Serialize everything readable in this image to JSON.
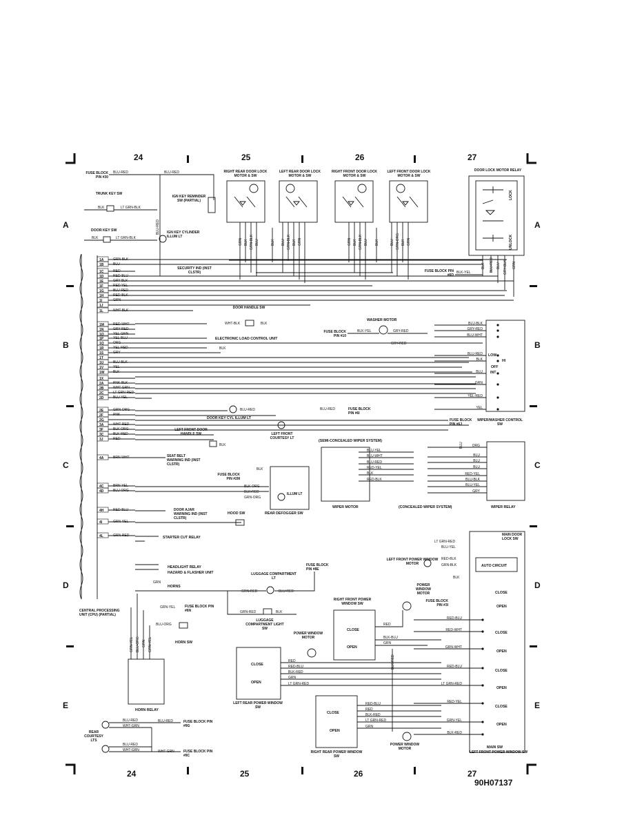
{
  "columns": [
    "24",
    "25",
    "26",
    "27"
  ],
  "rows": [
    "A",
    "B",
    "C",
    "D",
    "E"
  ],
  "diagram_id": "90H07137",
  "headers": {
    "right_rear": "RIGHT REAR DOOR LOCK MOTOR & SW",
    "left_rear": "LEFT REAR DOOR LOCK MOTOR & SW",
    "right_front": "RIGHT FRONT DOOR LOCK MOTOR & SW",
    "left_front": "LEFT FRONT DOOR LOCK MOTOR & SW",
    "relay": "DOOR LOCK MOTOR RELAY"
  },
  "lock_relay": {
    "lock": "LOCK",
    "unlock": "UNLOCK"
  },
  "motor_wires": {
    "rr": [
      "GRN",
      "BLK",
      "GRN-BLK",
      "BLU"
    ],
    "lr": [
      "BLK",
      "BLU",
      "GRN-BLK",
      "BLK",
      "GRN"
    ],
    "rf": [
      "GRN",
      "BLK",
      "GRN-BLK",
      "BLU",
      "BLK"
    ],
    "lf": [
      "BLU",
      "GRN-ORG",
      "BLK",
      "GRN"
    ]
  },
  "relay_wires": [
    "BLK",
    "BLU-RED",
    "BLU",
    "GRY-BLK",
    "GRN"
  ],
  "left_top": {
    "fuse30": "FUSE BLOCK PIN #30",
    "blu_red": "BLU-RED",
    "blu_red2": "BLU-RED",
    "trunk_sw": "TRUNK KEY SW",
    "blk": "BLK",
    "lt_grn_blk": "LT GRN-BLK",
    "door_key_sw": "DOOR KEY SW",
    "blk2": "BLK",
    "lt_grn_blk2": "LT GRN-BLK",
    "blu_red_v": "BLU-RED",
    "ign_reminder": "IGN KEY REMINDER SW (PARTIAL)",
    "ign_illum": "IGN KEY CYLINDER ILLUM LT",
    "security": "SECURITY IND (INST CLSTR)"
  },
  "cpu_pins": [
    {
      "pin": "1A",
      "wire": "GRN-BLK"
    },
    {
      "pin": "1B",
      "wire": "BLU"
    },
    {
      "pin": "1C",
      "wire": "RED"
    },
    {
      "pin": "1D",
      "wire": "RED-BLU"
    },
    {
      "pin": "1E",
      "wire": "GRY-BLK"
    },
    {
      "pin": "1F",
      "wire": "RED YEL"
    },
    {
      "pin": "1G",
      "wire": "BLU-RED"
    },
    {
      "pin": "1H",
      "wire": "RED-BLK"
    },
    {
      "pin": "1I",
      "wire": "GRN"
    },
    {
      "pin": "1J",
      "wire": ""
    },
    {
      "pin": "1L",
      "wire": "WHT-BLK"
    },
    {
      "pin": "1M",
      "wire": "RED-WHT"
    },
    {
      "pin": "1N",
      "wire": "GRY-RED"
    },
    {
      "pin": "1O",
      "wire": "YEL-GRN"
    },
    {
      "pin": "1P",
      "wire": "YEL-BLU"
    },
    {
      "pin": "1Q",
      "wire": "ORG"
    },
    {
      "pin": "1R",
      "wire": "YEL-RED"
    },
    {
      "pin": "1S",
      "wire": "GRY"
    },
    {
      "pin": "1T",
      "wire": ""
    },
    {
      "pin": "1U",
      "wire": "BLU-BLK"
    },
    {
      "pin": "1V",
      "wire": "YEL"
    },
    {
      "pin": "1W",
      "wire": "BLK"
    },
    {
      "pin": "1X",
      "wire": ""
    },
    {
      "pin": "2A",
      "wire": "PNK-BLK"
    },
    {
      "pin": "2B",
      "wire": "WHT-GRN"
    },
    {
      "pin": "2C",
      "wire": "LT GRN-RED"
    },
    {
      "pin": "2D",
      "wire": "BLU-YEL"
    },
    {
      "pin": "2E",
      "wire": "GRN-ORG"
    },
    {
      "pin": "2F",
      "wire": "PNK"
    },
    {
      "pin": "2G",
      "wire": ""
    },
    {
      "pin": "3A",
      "wire": "WHT-RED"
    },
    {
      "pin": "3F",
      "wire": "BLK-ORG"
    },
    {
      "pin": "3C",
      "wire": "BLK-RED"
    },
    {
      "pin": "3J",
      "wire": "RED"
    },
    {
      "pin": "4A",
      "wire": "BRN-WHT"
    },
    {
      "pin": "4C",
      "wire": "BRN-YEL"
    },
    {
      "pin": "4D",
      "wire": "BLU-ORG"
    },
    {
      "pin": "4H",
      "wire": "RED-BLU"
    },
    {
      "pin": "4I",
      "wire": "GRN-YEL"
    },
    {
      "pin": "4L",
      "wire": "GRN-RED"
    }
  ],
  "cpu_label": "CENTRAL PROCESSING UNIT (CPU) (PARTIAL)",
  "mid": {
    "door_handle": "DOOR HANDLE SW",
    "wht_blk": "WHT-BLK",
    "blk": "BLK",
    "elcu": "ELECTRONIC LOAD CONTROL UNIT",
    "blk2": "BLK",
    "cyl_illum": "DOOR KEY CYL ILLUM LT",
    "blu_red": "BLU-RED",
    "blu_red2": "BLU-RED",
    "fuse6i": "FUSE BLOCK PIN #6I",
    "courtesy": "LEFT FRONT COURTESY LT",
    "handle_sw": "LEFT FRONT DOOR HANDLE SW",
    "blk3": "BLK",
    "seat_belt": "SEAT BELT WARNING IND (INST CLSTR)",
    "fuse2m": "FUSE BLOCK PIN #2M",
    "blk4": "BLK",
    "blk_org": "BLK-ORG",
    "blk_red": "BLK-RED",
    "grn_org": "GRN-ORG",
    "illum": "ILLUM LT",
    "defogger": "REAR DEFOGGER SW",
    "door_ajar": "DOOR AJAR WARNING IND (INST CLSTR)",
    "hood": "HOOD SW",
    "starter": "STARTER CUT RELAY",
    "headlight": "HEADLIGHT RELAY",
    "hazard": "HAZARD & FLASHER UNIT",
    "grn": "GRN",
    "horns": "HORNS"
  },
  "washer": {
    "motor": "WASHER MOTOR",
    "fuse10": "FUSE BLOCK PIN #10",
    "blk_yel": "BLK-YEL",
    "gry_red": "GRY-RED",
    "gry_red2": "GRY-RED"
  },
  "wiper_sw": {
    "title": "WIPER/WASHER CONTROL SW",
    "wires": [
      "BLU-BLK",
      "GRY-RED",
      "BLU-WHT",
      "BLU-RED",
      "BLK",
      "BLU",
      "GRN",
      "YEL-RED",
      "YEL"
    ],
    "low": "LOW",
    "hi": "HI",
    "off": "OFF",
    "int": "INT",
    "fuse6j": "FUSE BLOCK PIN #6J",
    "blu": "BLU"
  },
  "wiper_motor": {
    "semi": "(SEMI-CONCEALED WIPER SYSTEM)",
    "concealed": "(CONCEALED WIPER SYSTEM)",
    "wires": [
      "BLU-YEL",
      "BLU-WHT",
      "BLU-RED",
      "RED-YEL",
      "BLK",
      "RED-BLK"
    ],
    "title": "WIPER MOTOR"
  },
  "wiper_relay": {
    "title": "WIPER RELAY",
    "wires": [
      "ORG",
      "BLU",
      "BLU",
      "BLU",
      "RED-YEL",
      "BLU-BLK",
      "BLU-YEL",
      "GRY"
    ]
  },
  "main_lock": {
    "title": "MAIN DOOR LOCK SW",
    "lt_grn_red": "LT GRN-RED",
    "blu_yel": "BLU-YEL"
  },
  "lf_window": {
    "motor": "LEFT FRONT POWER WINDOW MOTOR",
    "red_blk": "RED-BLK",
    "grn_blk": "GRN-BLK",
    "auto": "AUTO CIRCUIT",
    "blk": "BLK"
  },
  "main_sw": {
    "title": "MAIN SW",
    "sub": "LEFT FRONT POWER WINDOW SW",
    "close": "CLOSE",
    "open": "OPEN",
    "fuse3i": "FUSE BLOCK PIN #3I",
    "wires": [
      "RED-BLU",
      "RED-WHT",
      "GRN-WHT",
      "RED-BLU",
      "LT GRN-RED",
      "RED-YEL",
      "GRN-YEL",
      "BLK-RED"
    ]
  },
  "luggage": {
    "fuse8e": "FUSE BLOCK PIN #8E",
    "comp_lt": "LUGGAGE COMPARTMENT LT",
    "grn_red": "GRN-RED",
    "blu_red": "BLU-RED",
    "grn_red2": "GRN-RED",
    "blk": "BLK",
    "sw": "LUGGAGE COMPARTMENT LIGHT SW"
  },
  "horn": {
    "grn_yel": "GRN-YEL",
    "fuse6n": "FUSE BLOCK PIN #6N",
    "blu_org": "BLU-ORG",
    "horn_sw": "HORN SW",
    "relay": "HORN RELAY",
    "vwires": [
      "GRN-YEL",
      "BLU-ORG",
      "GRN",
      "GRN-YEL"
    ]
  },
  "rf_window": {
    "title": "RIGHT FRONT POWER WINDOW SW",
    "motor": "POWER WINDOW MOTOR",
    "close": "CLOSE",
    "open": "OPEN",
    "wires": [
      "RED",
      "BLK-BLU",
      "GRN"
    ],
    "blk_red": "BLK-RED"
  },
  "lr_window": {
    "title": "LEFT REAR POWER WINDOW SW",
    "motor": "POWER WINDOW MOTOR",
    "close": "CLOSE",
    "open": "OPEN",
    "wires": [
      "RED",
      "RED-BLU",
      "BLK-RED",
      "GRN",
      "LT GRN-RED"
    ]
  },
  "rr_window": {
    "title": "RIGHT REAR POWER WINDOW SW",
    "motor": "POWER WINDOW MOTOR",
    "close": "CLOSE",
    "open": "OPEN",
    "wires": [
      "RED-BLU",
      "RED",
      "BLK-RED",
      "LT GRN-RED",
      "GRN"
    ]
  },
  "courtesy": {
    "title": "REAR COURTESY LTS",
    "blu_red": "BLU-RED",
    "wht_grn": "WHT-GRN",
    "blu_red2": "BLU-RED",
    "fuse9g": "FUSE BLOCK PIN #9G",
    "blu_red3": "BLU-RED",
    "wht_grn2": "WHT-GRN",
    "wht_grn3": "WHT GRN",
    "fuse9c": "FUSE BLOCK PIN #9C"
  },
  "relay_fuse": {
    "fuse6d": "FUSE BLOCK PIN #6D",
    "blk_yel": "BLK-YEL"
  }
}
